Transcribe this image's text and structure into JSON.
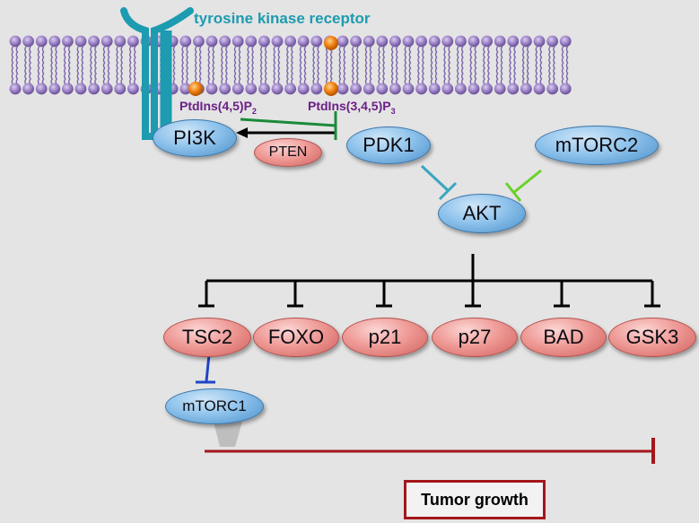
{
  "receptor_label": "tyrosine kinase receptor",
  "lipids": {
    "pip2": {
      "base": "PtdIns(4,5)P",
      "sub": "2"
    },
    "pip3": {
      "base": "PtdIns(3,4,5)P",
      "sub": "3"
    }
  },
  "nodes": {
    "pi3k": "PI3K",
    "pten": "PTEN",
    "pdk1": "PDK1",
    "mtorc2": "mTORC2",
    "akt": "AKT",
    "tsc2": "TSC2",
    "foxo": "FOXO",
    "p21": "p21",
    "p27": "p27",
    "bad": "BAD",
    "gsk3": "GSK3",
    "mtorc1": "mTORC1"
  },
  "outcome": "Tumor growth",
  "colors": {
    "membrane_head": "#9c82c6",
    "receptor": "#1d9bb0",
    "phosphate": "#f07f10",
    "activator_node": "#8fc3ec",
    "target_node": "#ef9b97",
    "pip_arrow": "#1b8a3a",
    "pdk1_arrow": "#3aa5c0",
    "mtorc2_arrow": "#6ad12a",
    "tsc2_arrow": "#1f45c8",
    "growth_line": "#a3171b"
  }
}
